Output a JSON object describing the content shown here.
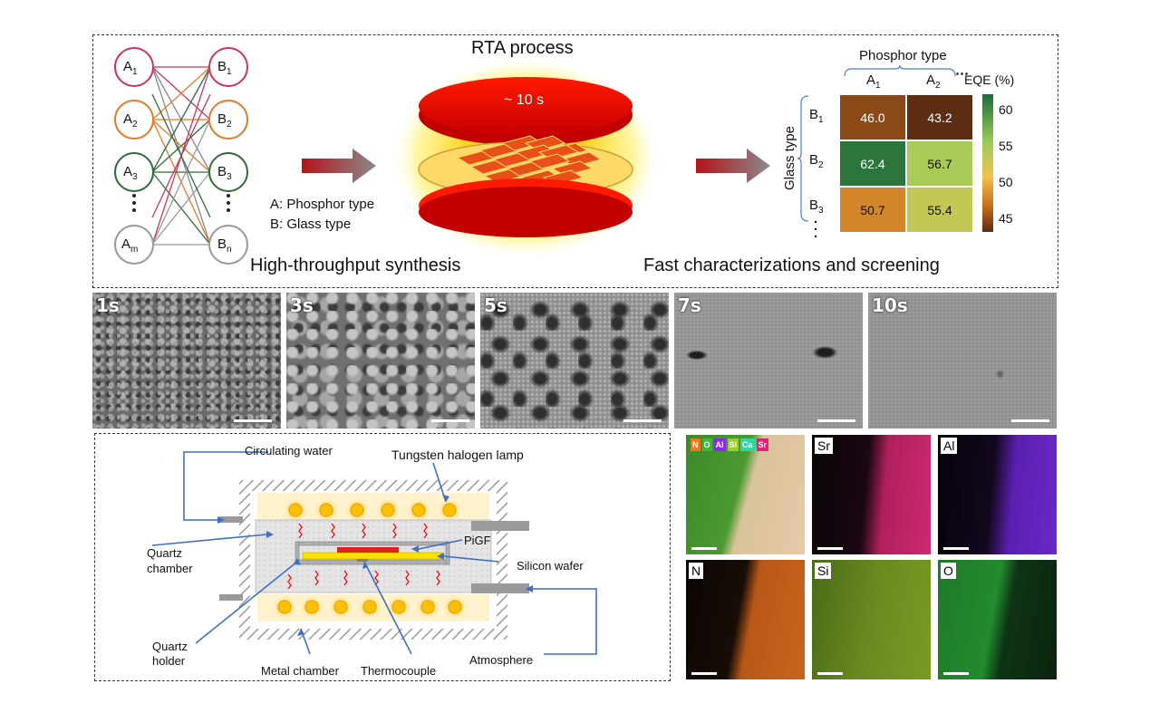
{
  "synthesis": {
    "phosphor_nodes": [
      "A1",
      "A2",
      "A3",
      "Am"
    ],
    "glass_nodes": [
      "B1",
      "B2",
      "B3",
      "Bn"
    ],
    "legend_a": "A: Phosphor type",
    "legend_b": "B: Glass type",
    "caption": "High-throughput synthesis"
  },
  "rta": {
    "title": "RTA process",
    "time": "~ 10 s"
  },
  "screening": {
    "caption": "Fast characterizations and screening",
    "x_title": "Phosphor type",
    "y_title": "Glass type",
    "cb_title": "EQE (%)",
    "col_labels": [
      "A1",
      "A2"
    ],
    "row_labels": [
      "B1",
      "B2",
      "B3"
    ],
    "cells": [
      [
        "46.0",
        "43.2"
      ],
      [
        "62.4",
        "56.7"
      ],
      [
        "50.7",
        "55.4"
      ]
    ],
    "cb_ticks": [
      "60",
      "55",
      "50",
      "45"
    ],
    "colors": {
      "low": "#5a2c12",
      "mid": "#f2c14e",
      "high": "#1f6b3a"
    }
  },
  "sem_images": [
    {
      "label": "1s"
    },
    {
      "label": "3s"
    },
    {
      "label": "5s"
    },
    {
      "label": "7s"
    },
    {
      "label": "10s"
    }
  ],
  "apparatus": {
    "circulating_water": "Circulating water",
    "lamp": "Tungsten halogen lamp",
    "quartz_chamber_1": "Quartz",
    "quartz_chamber_2": "chamber",
    "pigf": "PiGF",
    "silicon_wafer": "Silicon wafer",
    "quartz_holder_1": "Quartz",
    "quartz_holder_2": "holder",
    "metal_chamber": "Metal chamber",
    "thermocouple": "Thermocouple",
    "atmosphere": "Atmosphere"
  },
  "eds": {
    "legend": [
      "N",
      "O",
      "Al",
      "Si",
      "Ca",
      "Sr"
    ],
    "legend_colors": [
      "#e87a1c",
      "#3fb83f",
      "#8a2be2",
      "#9acd32",
      "#2fd6a0",
      "#e0207a"
    ],
    "maps": [
      {
        "label": "Sr",
        "color": "#d0206e"
      },
      {
        "label": "Al",
        "color": "#7a2bd8"
      },
      {
        "label": "N",
        "color": "#c8641c"
      },
      {
        "label": "Si",
        "color": "#8fb82a"
      },
      {
        "label": "O",
        "color": "#2a9a3a"
      }
    ]
  }
}
